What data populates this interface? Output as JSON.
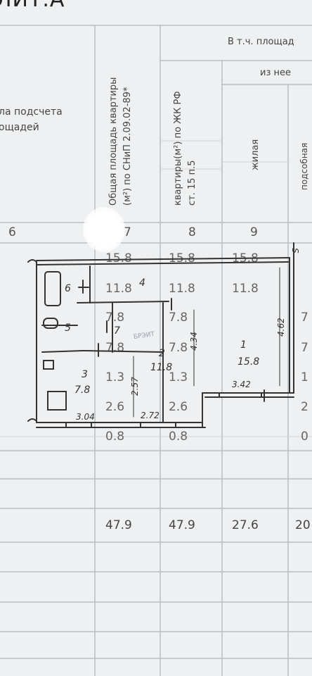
{
  "document": {
    "title": "ЛИТ.А",
    "header": {
      "col_calc": "ла подсчета\nощадей",
      "col_total_snip": "Общая площадь квартиры\n(м²) по СНиП 2.09.02-89*",
      "col_total_zhk": "квартиры(м²) по ЖК РФ\nст. 15 п.5",
      "col_living": "жилая",
      "col_group": "В т.ч. площад",
      "col_subgroup": "из нее",
      "col_cut": "подсобная"
    },
    "column_numbers": [
      "6",
      "7",
      "8",
      "9"
    ],
    "rows_c7": [
      "15.8",
      "11.8",
      "7.8",
      "7.8",
      "1.3",
      "2.6",
      "0.8"
    ],
    "rows_c8": [
      "15.8",
      "11.8",
      "7.8",
      "7.8",
      "1.3",
      "2.6",
      "0.8"
    ],
    "rows_c9": [
      "15.8",
      "11.8"
    ],
    "rows_c10": [
      "7",
      "7",
      "1",
      "2",
      "0"
    ],
    "totals": [
      "47.9",
      "47.9",
      "27.6",
      "20"
    ],
    "plan": {
      "room1_num": "1",
      "room1_area": "15.8",
      "room2_num": "2",
      "room2_area": "11.8",
      "room3_num": "3",
      "room3_area": "7.8",
      "room4_num": "4",
      "room5_num": "5",
      "room6_num": "6",
      "room7_num": "7",
      "dim_304": "3.04",
      "dim_272": "2.72",
      "dim_342": "3.42",
      "dim_462": "4.62",
      "dim_434": "4.34",
      "dim_257": "2.57",
      "mark_s": "S"
    },
    "stamp": "БРЭИТ"
  }
}
